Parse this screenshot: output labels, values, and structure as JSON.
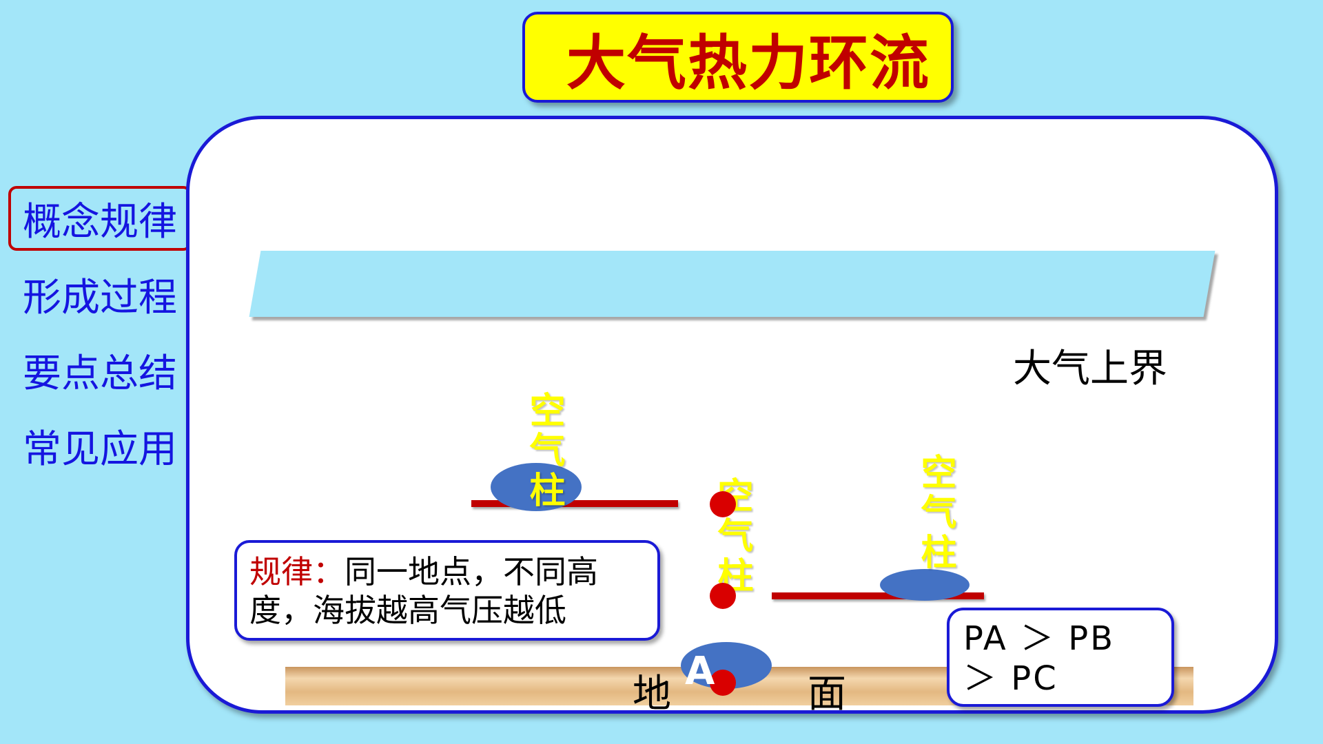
{
  "title": "大气热力环流",
  "menu": [
    {
      "label": "概念规律",
      "active": true
    },
    {
      "label": "形成过程",
      "active": false
    },
    {
      "label": "要点总结",
      "active": false
    },
    {
      "label": "常见应用",
      "active": false
    }
  ],
  "diagram": {
    "upper_boundary_label": "大气上界",
    "ground_chars": [
      "地",
      "面"
    ],
    "air_column_label": "空气柱",
    "point_label": "A",
    "rule_prefix": "规律：",
    "rule_text": "同一地点，不同高度，海拔越高气压越低",
    "pressure_relation": "PA ＞ PB ＞ PC"
  },
  "colors": {
    "background": "#a3e6f9",
    "title_fill": "#ffff00",
    "title_text": "#c00000",
    "border_blue": "#1a1ad6",
    "menu_text": "#1515e0",
    "active_outline": "#c00000",
    "ellipse": "#4472c4",
    "isobar_line": "#c00000",
    "point_dot": "#d90000",
    "air_column_text": "#ffff00"
  }
}
